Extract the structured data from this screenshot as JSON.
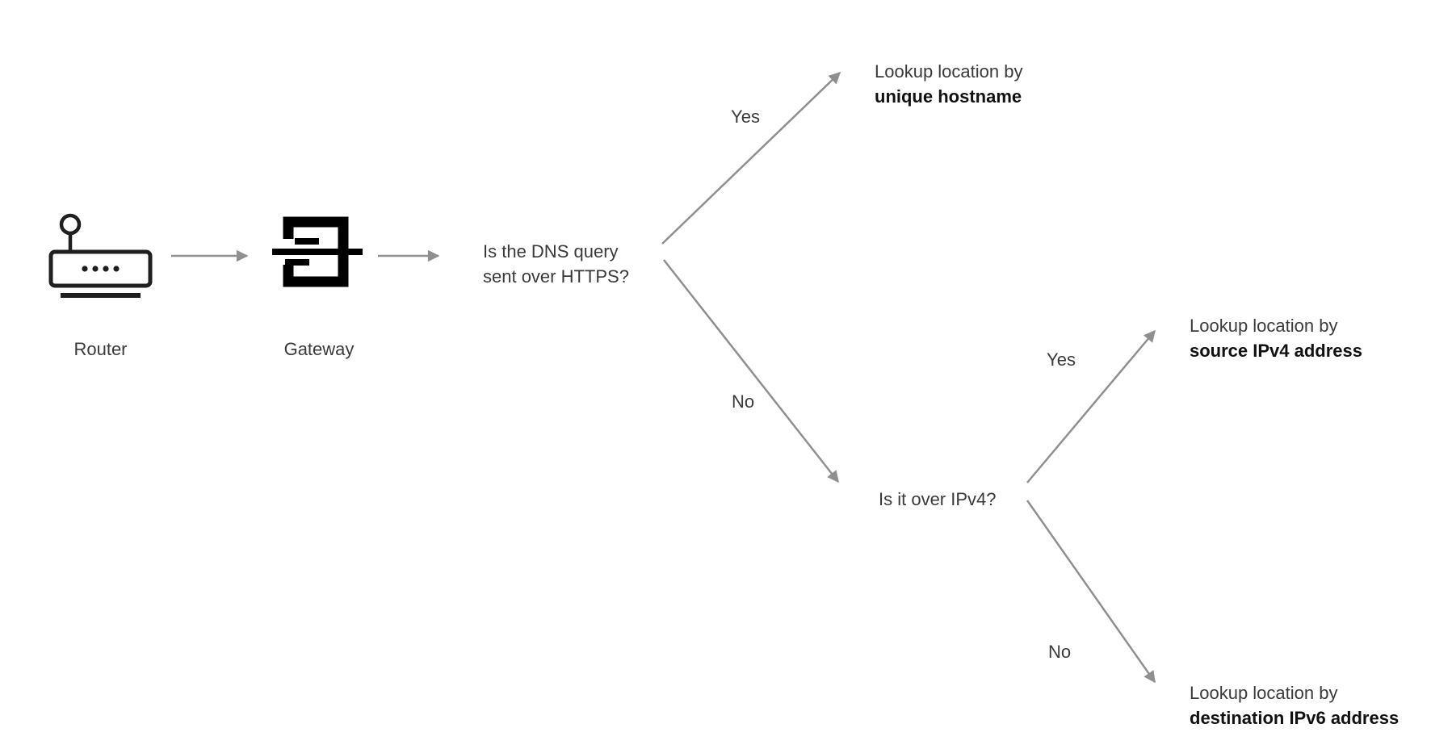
{
  "title": "DNS query location lookup decision flowchart",
  "nodes": {
    "router": {
      "label": "Router",
      "icon": "router-icon"
    },
    "gateway": {
      "label": "Gateway",
      "icon": "gateway-icon"
    },
    "question_https": {
      "line1": "Is the DNS query",
      "line2": "sent over HTTPS?"
    },
    "question_ipv4": {
      "label": "Is it over IPv4?"
    },
    "outcome_hostname": {
      "line1": "Lookup location by",
      "line2": "unique hostname"
    },
    "outcome_ipv4": {
      "line1": "Lookup location by",
      "line2": "source IPv4 address"
    },
    "outcome_ipv6": {
      "line1": "Lookup location by",
      "line2": "destination IPv6 address"
    }
  },
  "edges": {
    "router_to_gateway": {
      "label": ""
    },
    "gateway_to_question": {
      "label": ""
    },
    "https_yes": {
      "label": "Yes"
    },
    "https_no": {
      "label": "No"
    },
    "ipv4_yes": {
      "label": "Yes"
    },
    "ipv4_no": {
      "label": "No"
    }
  },
  "colors": {
    "arrow": "#8f8f8f",
    "text": "#3a3a3a",
    "bold_text": "#111111",
    "icon": "#1f1f1f",
    "background": "#ffffff"
  }
}
